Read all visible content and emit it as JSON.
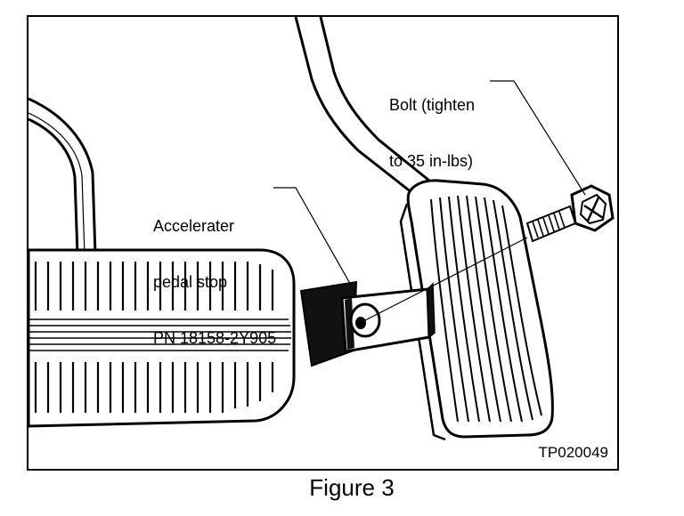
{
  "figure": {
    "caption": "Figure 3",
    "image_id": "TP020049"
  },
  "callouts": {
    "bolt_line1": "Bolt (tighten",
    "bolt_line2": "to 35 in-lbs)",
    "stop_line1": "Accelerater",
    "stop_line2": "pedal stop",
    "stop_line3": "PN 18158-2Y905"
  },
  "colors": {
    "ink": "#000000",
    "paper": "#ffffff",
    "dark_fill": "#1a1a1a"
  },
  "icons": {
    "bolt": "hex-bolt-icon",
    "pedal_stop": "pedal-stop-block-icon"
  }
}
